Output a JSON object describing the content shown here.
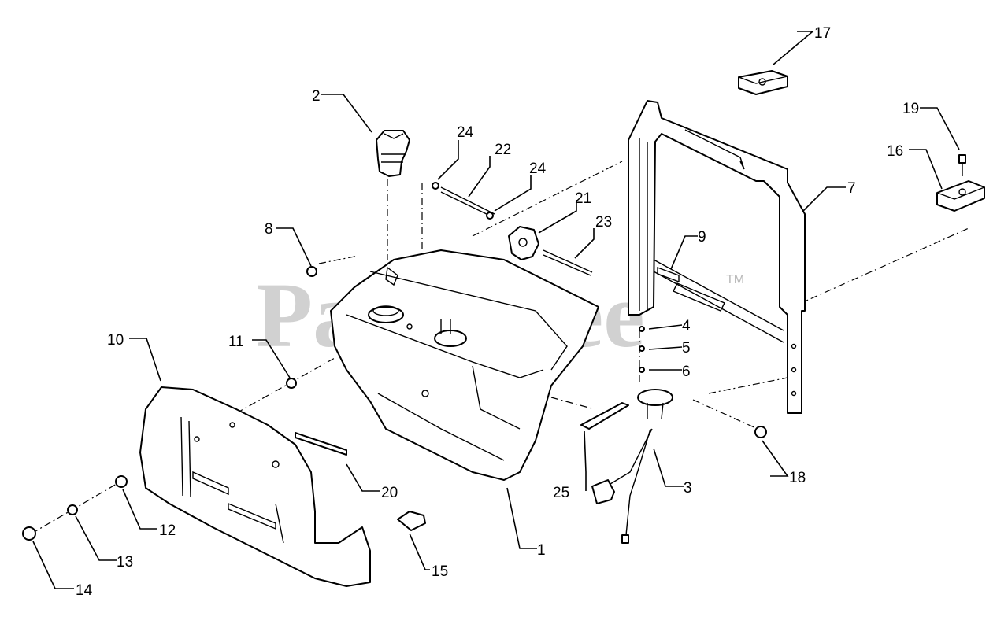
{
  "watermark": {
    "text": "PartsTree",
    "trademark": "TM"
  },
  "callouts": [
    {
      "id": "c1",
      "label": "1"
    },
    {
      "id": "c2",
      "label": "2"
    },
    {
      "id": "c3",
      "label": "3"
    },
    {
      "id": "c4",
      "label": "4"
    },
    {
      "id": "c5",
      "label": "5"
    },
    {
      "id": "c6",
      "label": "6"
    },
    {
      "id": "c7",
      "label": "7"
    },
    {
      "id": "c8",
      "label": "8"
    },
    {
      "id": "c9",
      "label": "9"
    },
    {
      "id": "c10",
      "label": "10"
    },
    {
      "id": "c11",
      "label": "11"
    },
    {
      "id": "c12",
      "label": "12"
    },
    {
      "id": "c13",
      "label": "13"
    },
    {
      "id": "c14",
      "label": "14"
    },
    {
      "id": "c15",
      "label": "15"
    },
    {
      "id": "c16",
      "label": "16"
    },
    {
      "id": "c17",
      "label": "17"
    },
    {
      "id": "c18",
      "label": "18"
    },
    {
      "id": "c19",
      "label": "19"
    },
    {
      "id": "c20",
      "label": "20"
    },
    {
      "id": "c21",
      "label": "21"
    },
    {
      "id": "c22",
      "label": "22"
    },
    {
      "id": "c23",
      "label": "23"
    },
    {
      "id": "c24a",
      "label": "24"
    },
    {
      "id": "c24b",
      "label": "24"
    },
    {
      "id": "c25",
      "label": "25"
    }
  ]
}
